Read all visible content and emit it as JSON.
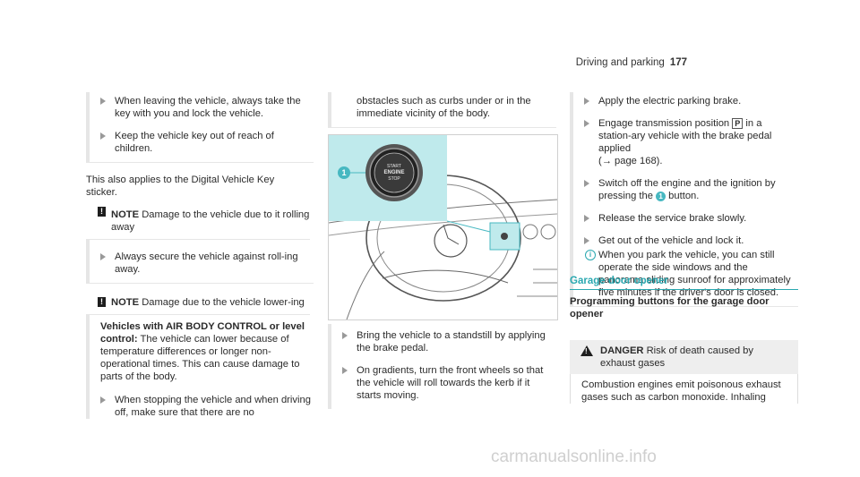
{
  "header": {
    "section": "Driving and parking",
    "page_number": "177"
  },
  "left_column": {
    "bullets_top": [
      "When leaving the vehicle, always take the key with you and lock the vehicle.",
      "Keep the vehicle key out of reach of children."
    ],
    "para_digital_key": "This also applies to the Digital Vehicle Key sticker.",
    "note1": {
      "head": "NOTE",
      "text": "Damage to the vehicle due to it rolling away"
    },
    "note1_bullet": "Always secure the vehicle against roll-ing away.",
    "note2": {
      "head": "NOTE",
      "text": "Damage due to the vehicle lower-ing"
    },
    "airbody_heading": "Vehicles with AIR BODY CONTROL or level control:",
    "airbody_text": "The vehicle can lower because of temperature differences or longer non-operational times. This can cause damage to parts of the body.",
    "airbody_bullet": "When stopping the vehicle and when driving off, make sure that there are no"
  },
  "middle_column": {
    "continued": "obstacles such as curbs under or in the immediate vicinity of the body.",
    "illustration": {
      "callout_number": "1",
      "button_lines": [
        "START",
        "ENGINE",
        "STOP"
      ]
    },
    "bullets": [
      "Bring the vehicle to a standstill by applying the brake pedal.",
      "On gradients, turn the front wheels so that the vehicle will roll towards the kerb if it starts moving."
    ]
  },
  "right_column": {
    "bullet_apply": "Apply the electric parking brake.",
    "bullet_engage_pre": "Engage transmission position",
    "gear_symbol": "P",
    "bullet_engage_post": "in a station-ary vehicle with the brake pedal applied",
    "page_ref": "(→ page 168).",
    "bullet_switch_pre": "Switch off the engine and the ignition by pressing the",
    "callout_ref": "1",
    "bullet_switch_post": "button.",
    "bullet_release": "Release the service brake slowly.",
    "bullet_getout": "Get out of the vehicle and lock it.",
    "info_text": "When you park the vehicle, you can still operate the side windows and the panorama sliding sunroof for approximately five minutes if the driver's door is closed.",
    "section_title": "Garage door opener",
    "sub_heading": "Programming buttons for the garage door opener",
    "danger": {
      "head": "DANGER",
      "text": "Risk of death caused by exhaust gases"
    },
    "danger_body": "Combustion engines emit poisonous exhaust gases such as carbon monoxide. Inhaling"
  },
  "footer": {
    "watermark": "carmanualsonline.info"
  },
  "colors": {
    "accent": "#2aa8b0",
    "callout": "#47b8c1",
    "highlight": "#bfeaec"
  }
}
